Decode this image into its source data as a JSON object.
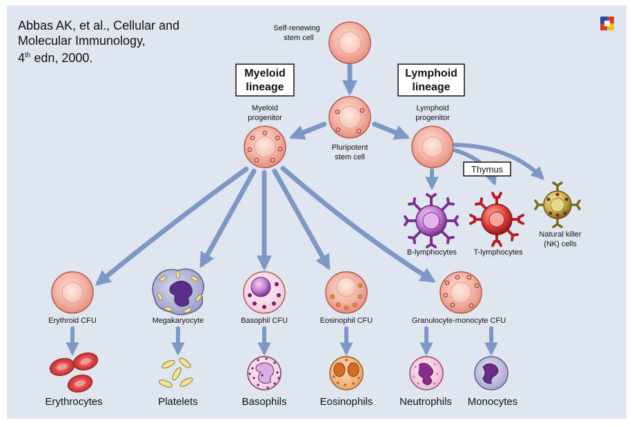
{
  "citation": {
    "line1": "Abbas AK, et al., Cellular and",
    "line2": "Molecular Immunology,",
    "edition_num": "4",
    "edition_sup": "th",
    "line3_rest": " edn, 2000."
  },
  "lineages": {
    "myeloid": [
      "Myeloid",
      "lineage"
    ],
    "lymphoid": [
      "Lymphoid",
      "lineage"
    ]
  },
  "thymus": "Thymus",
  "cells": {
    "self_renewing": [
      "Self-renewing",
      "stem cell"
    ],
    "pluripotent": [
      "Pluripotent",
      "stem cell"
    ],
    "myeloid_progenitor": [
      "Myeloid",
      "progenitor"
    ],
    "lymphoid_progenitor": [
      "Lymphoid",
      "progenitor"
    ],
    "b_lymphocytes": "B-lymphocytes",
    "t_lymphocytes": "T-lymphocytes",
    "nk_cells": [
      "Natural killer",
      "(NK) cells"
    ],
    "erythroid_cfu": "Erythroid CFU",
    "megakaryocyte": "Megakaryocyte",
    "basophil_cfu": "Basophil CFU",
    "eosinophil_cfu": "Eosinophil CFU",
    "gm_cfu": "Granulocyte-monocyte CFU"
  },
  "mature": {
    "erythrocytes": "Erythrocytes",
    "platelets": "Platelets",
    "basophils": "Basophils",
    "eosinophils": "Eosinophils",
    "neutrophils": "Neutrophils",
    "monocytes": "Monocytes"
  },
  "colors": {
    "background": "#dfe6f0",
    "arrow": "#7d98c6",
    "cell_fill": "#f4b3a4",
    "cell_stroke": "#b8584a",
    "cell_center": "#fbd7cd"
  }
}
